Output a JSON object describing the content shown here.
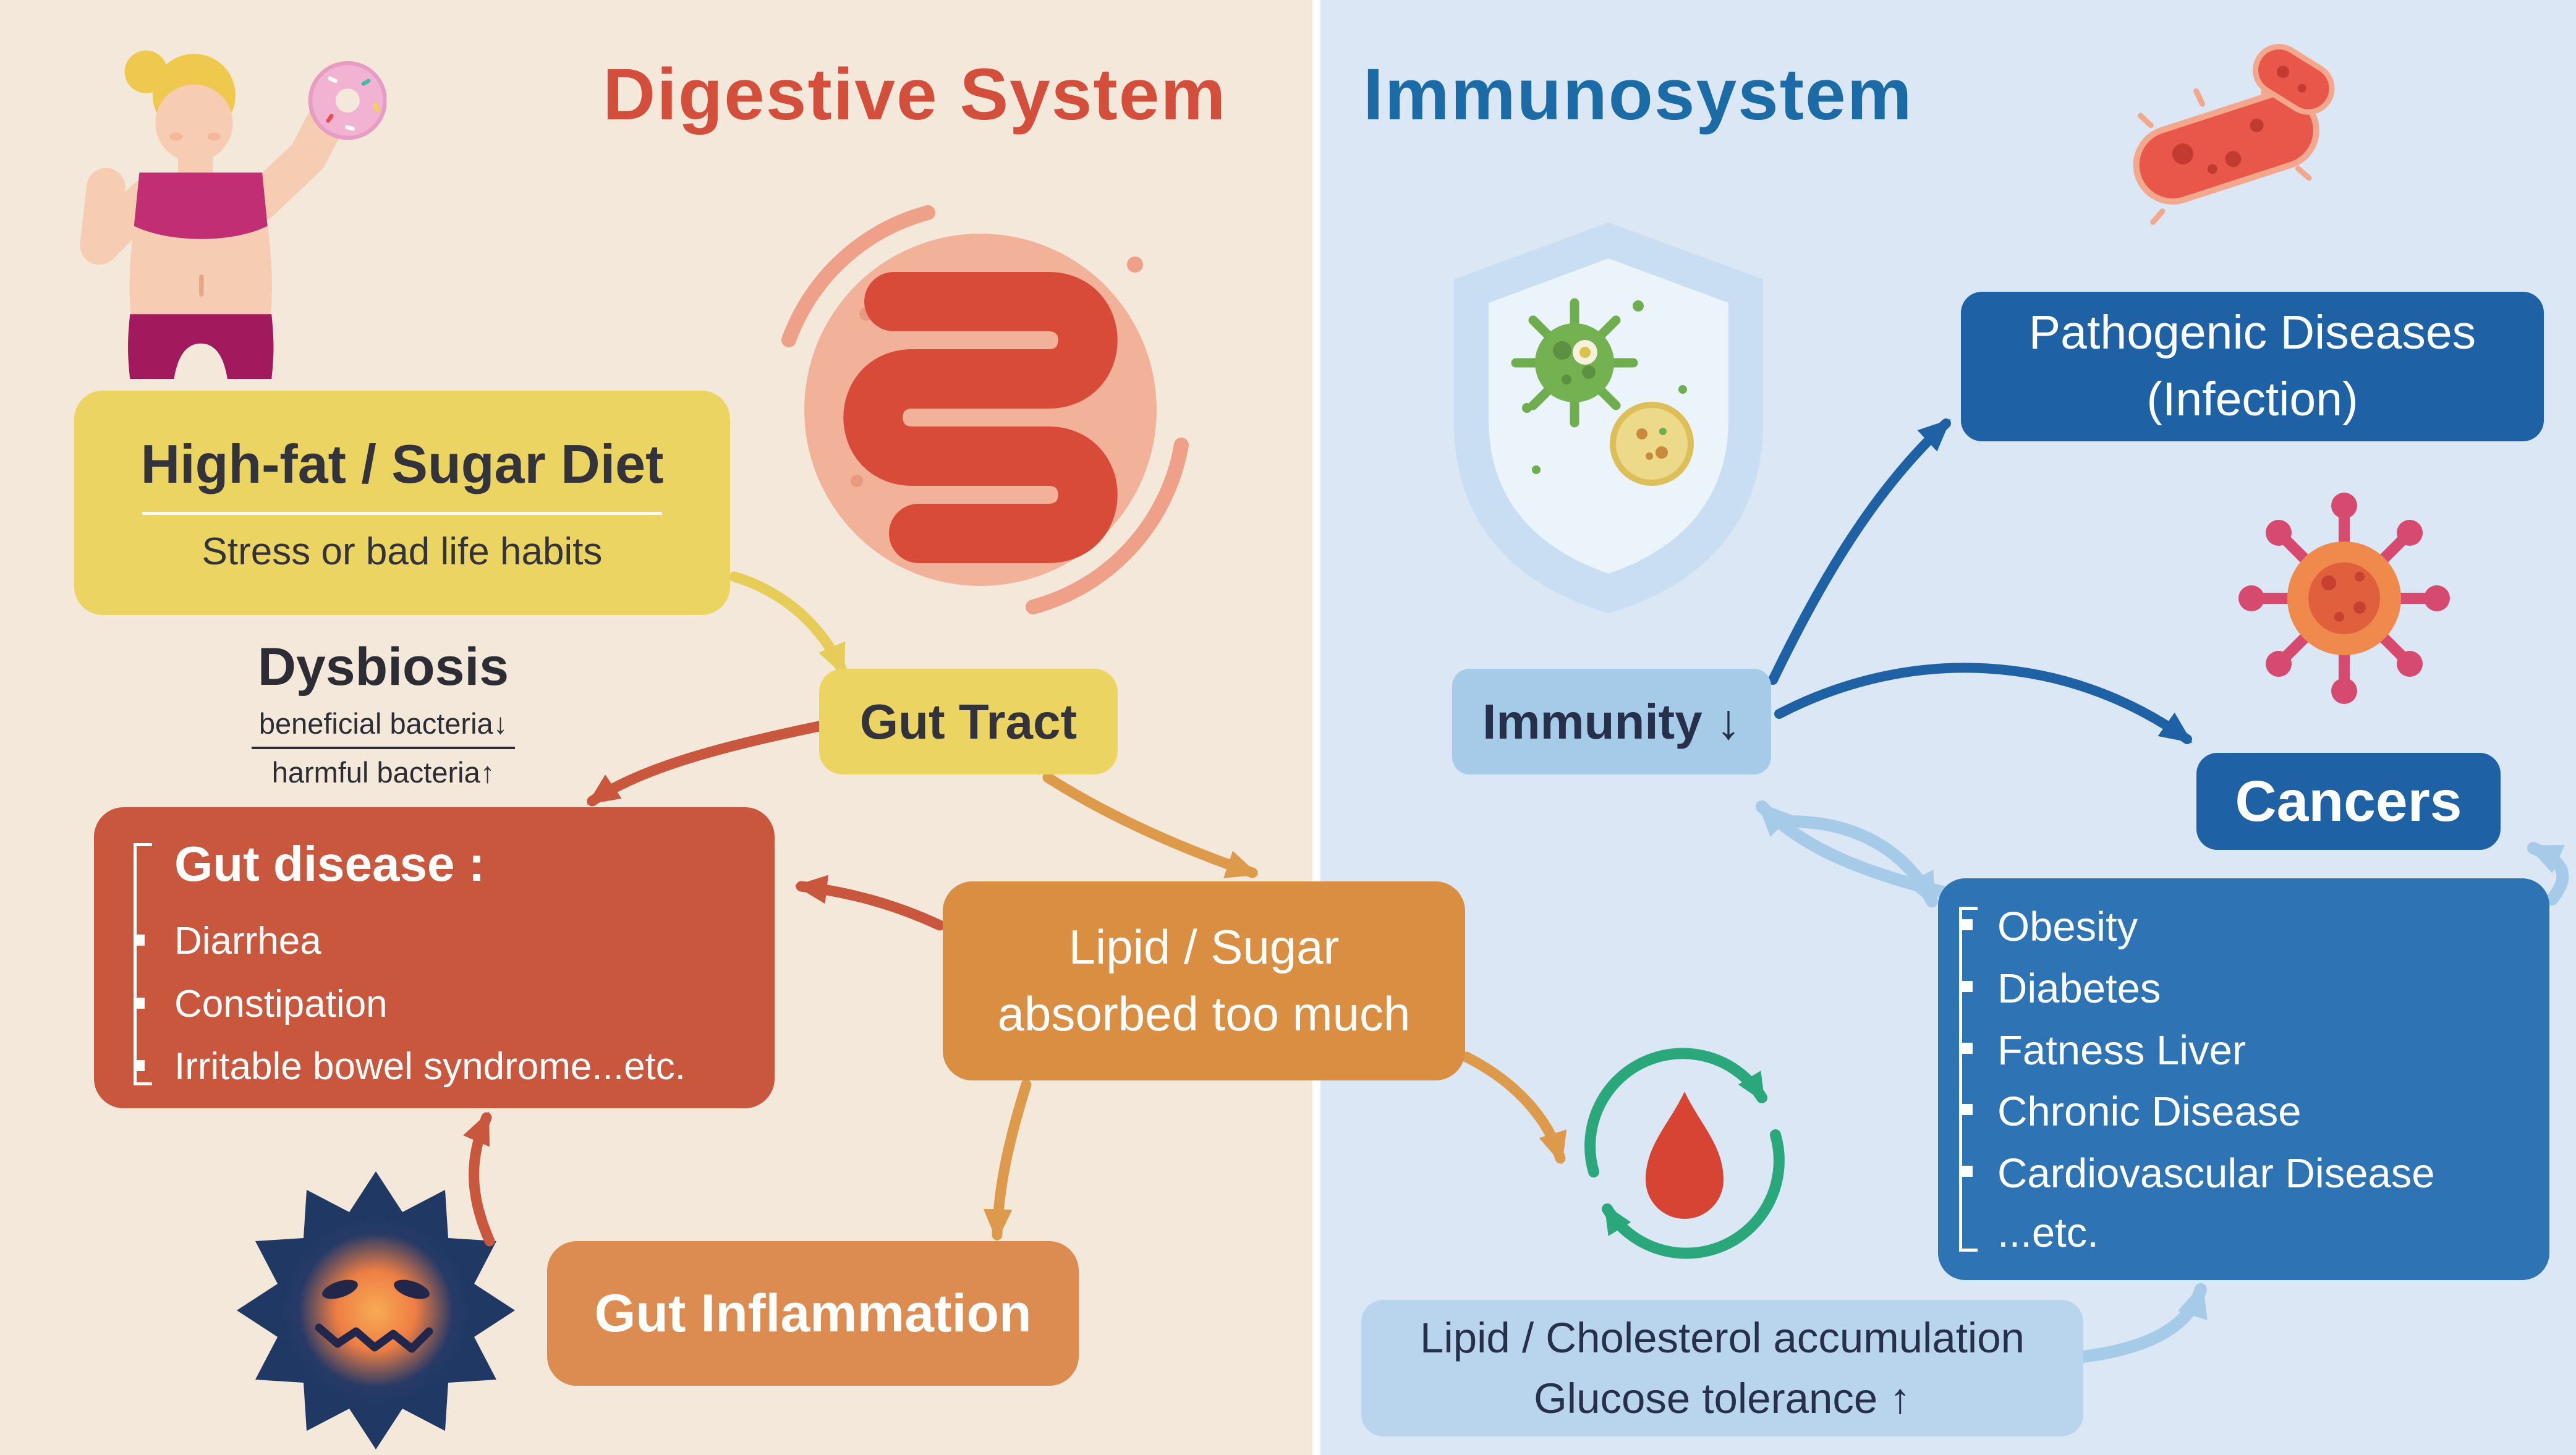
{
  "digestive": {
    "title": "Digestive System",
    "diet_box": {
      "title": "High-fat / Sugar Diet",
      "subtitle": "Stress or bad life habits"
    },
    "dysbiosis": {
      "title": "Dysbiosis",
      "top": "beneficial bacteria↓",
      "bottom": "harmful bacteria↑"
    },
    "gut_tract": "Gut Tract",
    "gut_disease": {
      "title": "Gut disease :",
      "items": [
        "Diarrhea",
        "Constipation",
        "Irritable bowel syndrome...etc."
      ]
    },
    "lipid_sugar": {
      "line1": "Lipid / Sugar",
      "line2": "absorbed too much"
    },
    "gut_inflammation": "Gut Inflammation"
  },
  "immune": {
    "title": "Immunosystem",
    "pathogenic": {
      "line1": "Pathogenic Diseases",
      "line2": "(Infection)"
    },
    "immunity": "Immunity ↓",
    "cancers": "Cancers",
    "diseases": {
      "items": [
        "Obesity",
        "Diabetes",
        "Fatness Liver",
        "Chronic Disease",
        "Cardiovascular Disease"
      ],
      "etc": "...etc."
    },
    "metabolic": {
      "line1": "Lipid / Cholesterol accumulation",
      "line2": "Glucose tolerance ↑"
    }
  },
  "colors": {
    "digestive_bg": "#f4e8da",
    "immune_bg": "#dbe7f5",
    "digestive_title": "#d34f3b",
    "immune_title": "#1b6ba6",
    "yellow_box": "#ecd463",
    "red_box": "#c8573e",
    "orange_box": "#d98e42",
    "dark_blue_box": "#1e61a5",
    "medium_blue_box": "#2e74b5",
    "light_blue_box": "#a6cbe9",
    "pale_blue_box": "#b9d4ed",
    "green_cycle": "#2aa87c",
    "blood_red": "#d84433"
  }
}
